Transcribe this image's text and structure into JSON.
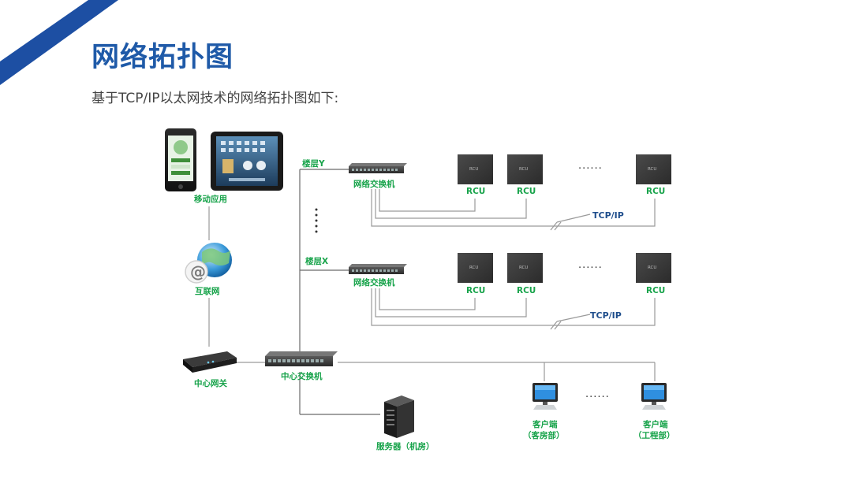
{
  "header": {
    "title": "网络拓扑图",
    "subtitle": "基于TCP/IP以太网技术的网络拓扑图如下:"
  },
  "diagram": {
    "mobile_label": "移动应用",
    "internet_label": "互联网",
    "gateway_label": "中心网关",
    "core_switch_label": "中心交换机",
    "server_label": "服务器（机房）",
    "floor_y_label": "楼层Y",
    "floor_x_label": "楼层X",
    "floor_switch_label": "网络交换机",
    "rcu_label": "RCU",
    "rcu_inner_text": "RCU",
    "tcpip_label": "TCP/IP",
    "ellipsis": "······",
    "client1_label_line1": "客户端",
    "client1_label_line2": "（客房部）",
    "client2_label_line1": "客户端",
    "client2_label_line2": "（工程部）"
  },
  "colors": {
    "title": "#1f5aa8",
    "label_green": "#17a34a",
    "accent_blue": "#1d4fa3",
    "rcu_box": "#3a3a3a",
    "wire": "#9a9a9a"
  }
}
